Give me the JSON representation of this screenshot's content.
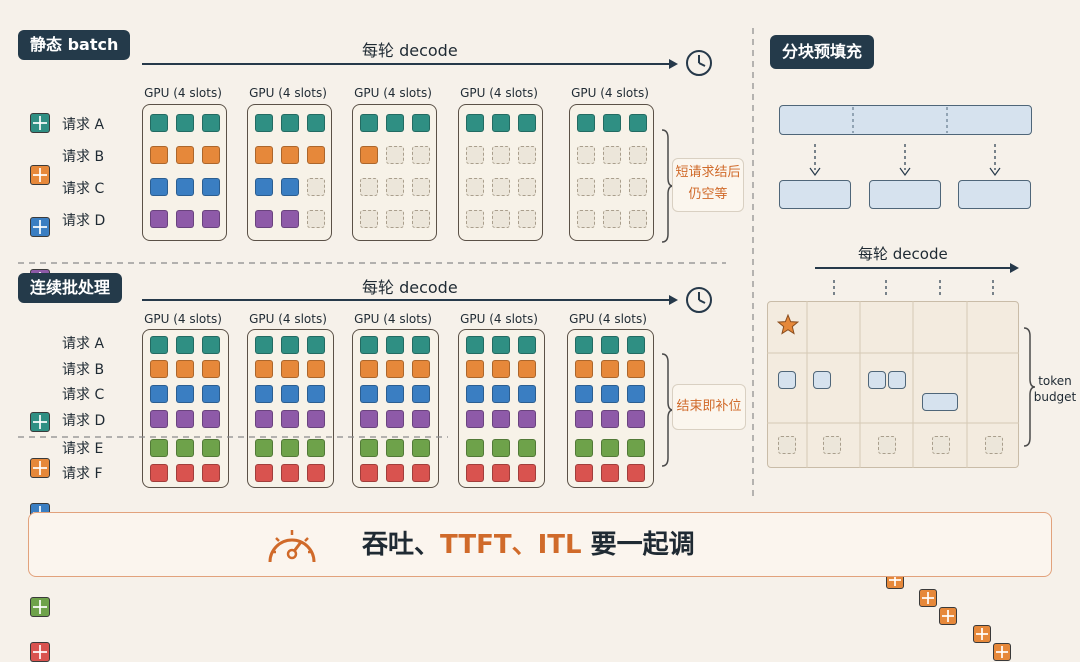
{
  "static_section": {
    "title": "静态 batch",
    "timeline_label": "每轮 decode",
    "gpu_label": "GPU (4 slots)",
    "requests": [
      "请求 A",
      "请求 B",
      "请求 C",
      "请求 D"
    ],
    "note_lines": [
      "短请求结后",
      "仍空等"
    ],
    "columns_filled": [
      [
        3,
        3,
        3,
        3
      ],
      [
        3,
        3,
        2,
        2
      ],
      [
        3,
        1,
        0,
        0
      ],
      [
        3,
        0,
        0,
        0
      ],
      [
        3,
        0,
        0,
        0
      ]
    ]
  },
  "continuous_section": {
    "title": "连续批处理",
    "timeline_label": "每轮 decode",
    "gpu_label": "GPU (4 slots)",
    "requests": [
      "请求 A",
      "请求 B",
      "请求 C",
      "请求 D",
      "请求 E",
      "请求 F"
    ],
    "note": "结束即补位"
  },
  "chunked_section": {
    "title": "分块预填充",
    "timeline_label": "每轮 decode",
    "budget_label_lines": [
      "token",
      "budget"
    ]
  },
  "banner": {
    "text_prefix": "吞吐、",
    "text_highlight": "TTFT、ITL",
    "text_suffix": " 要一起调"
  },
  "colors": {
    "teal": "#2f8f83",
    "orange": "#e6883a",
    "blue": "#3a7ec2",
    "purple": "#8e5aa8",
    "green": "#6ea24a",
    "red": "#d9534f",
    "dark": "#243a4a",
    "accent": "#d06a2a"
  },
  "icons": {
    "clock": "clock-icon",
    "star": "star-icon",
    "gauge": "speedometer-icon"
  }
}
